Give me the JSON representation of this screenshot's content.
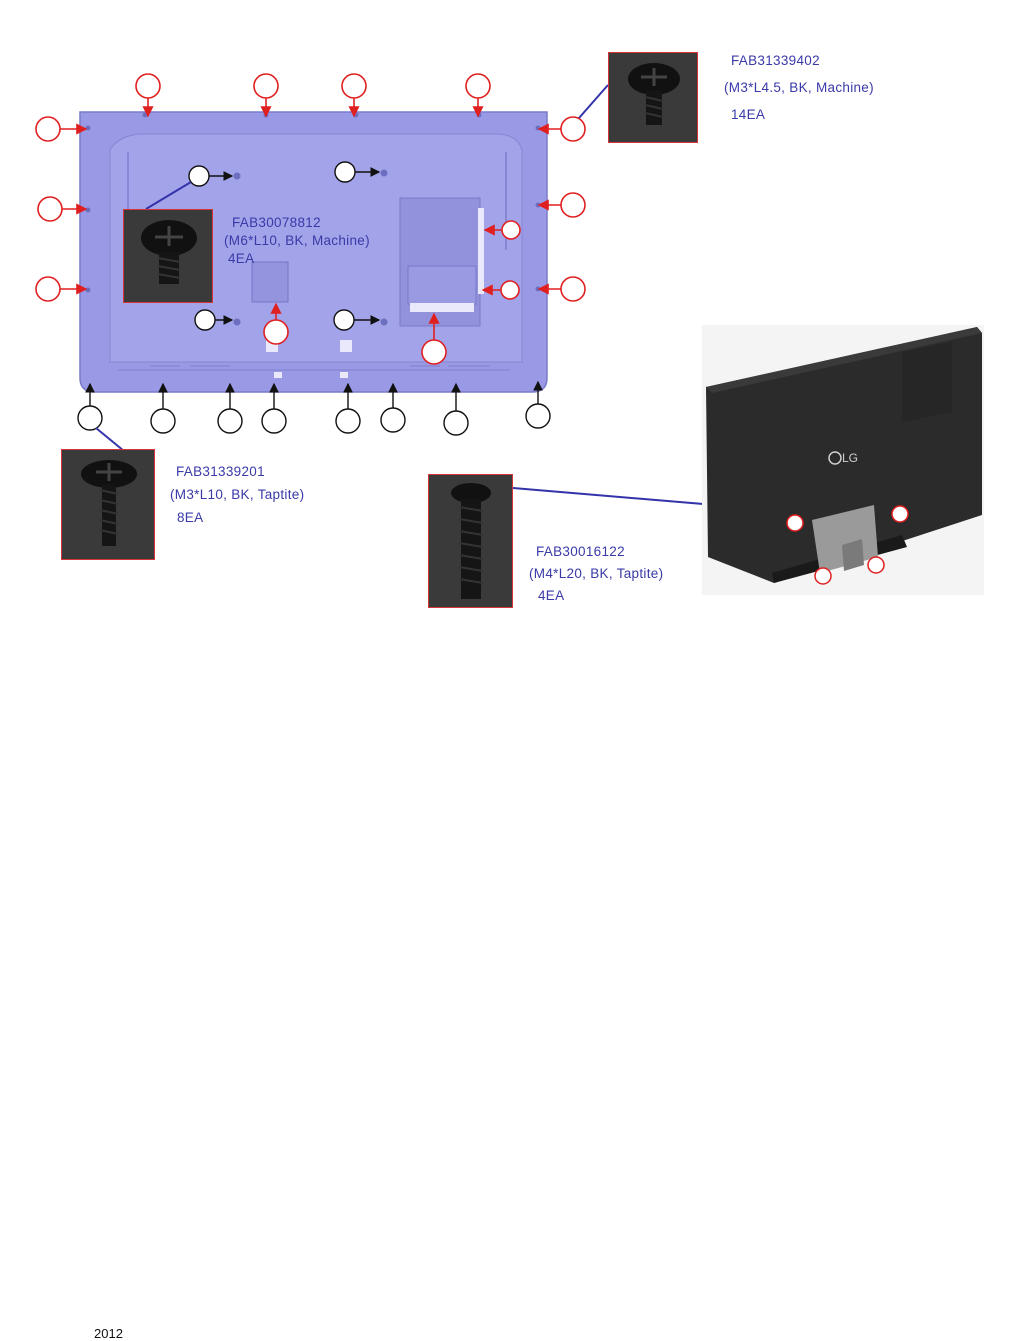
{
  "screws": [
    {
      "id": "top",
      "part_number": "FAB31339402",
      "spec": "(M3*L4.5, BK, Machine)",
      "quantity": "14EA"
    },
    {
      "id": "mid",
      "part_number": "FAB30078812",
      "spec": "(M6*L10, BK, Machine)",
      "quantity": "4EA"
    },
    {
      "id": "bottom",
      "part_number": "FAB31339201",
      "spec": "(M3*L10, BK, Taptite)",
      "quantity": "8EA"
    },
    {
      "id": "stand",
      "part_number": "FAB30016122",
      "spec": "(M4*L20, BK, Taptite)",
      "quantity": "4EA"
    }
  ],
  "tv_logo": "LG",
  "footer": {
    "year": "2012"
  },
  "colors": {
    "panel": "#9999e6",
    "panel_stroke": "#7a7acc",
    "callout": "#e02020",
    "leader": "#3333aa",
    "label": "#3a3aa8"
  }
}
